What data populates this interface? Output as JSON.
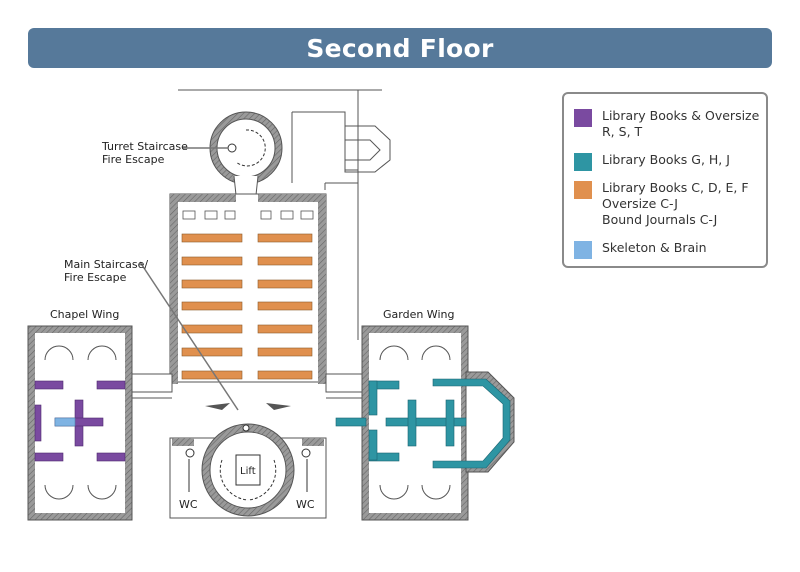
{
  "header": {
    "title": "Second Floor"
  },
  "colors": {
    "banner": "#56799a",
    "purple": "#7a4aa0",
    "teal": "#2e95a3",
    "orange": "#e0904e",
    "light_blue": "#7fb3e3",
    "wall": "#8c8c8c"
  },
  "legend": [
    {
      "color_key": "purple",
      "lines": [
        "Library Books & Oversize",
        "R, S, T"
      ]
    },
    {
      "color_key": "teal",
      "lines": [
        "Library Books G, H, J"
      ]
    },
    {
      "color_key": "orange",
      "lines": [
        "Library Books C, D, E, F",
        "Oversize C-J",
        "Bound Journals C-J"
      ]
    },
    {
      "color_key": "light_blue",
      "lines": [
        "Skeleton & Brain"
      ]
    }
  ],
  "labels": {
    "turret_1": "Turret Staircase",
    "turret_2": "Fire Escape",
    "main_1": "Main Staircase/",
    "main_2": "Fire Escape",
    "chapel": "Chapel Wing",
    "garden": "Garden Wing",
    "lift": "Lift",
    "wc_left": "WC",
    "wc_right": "WC"
  }
}
